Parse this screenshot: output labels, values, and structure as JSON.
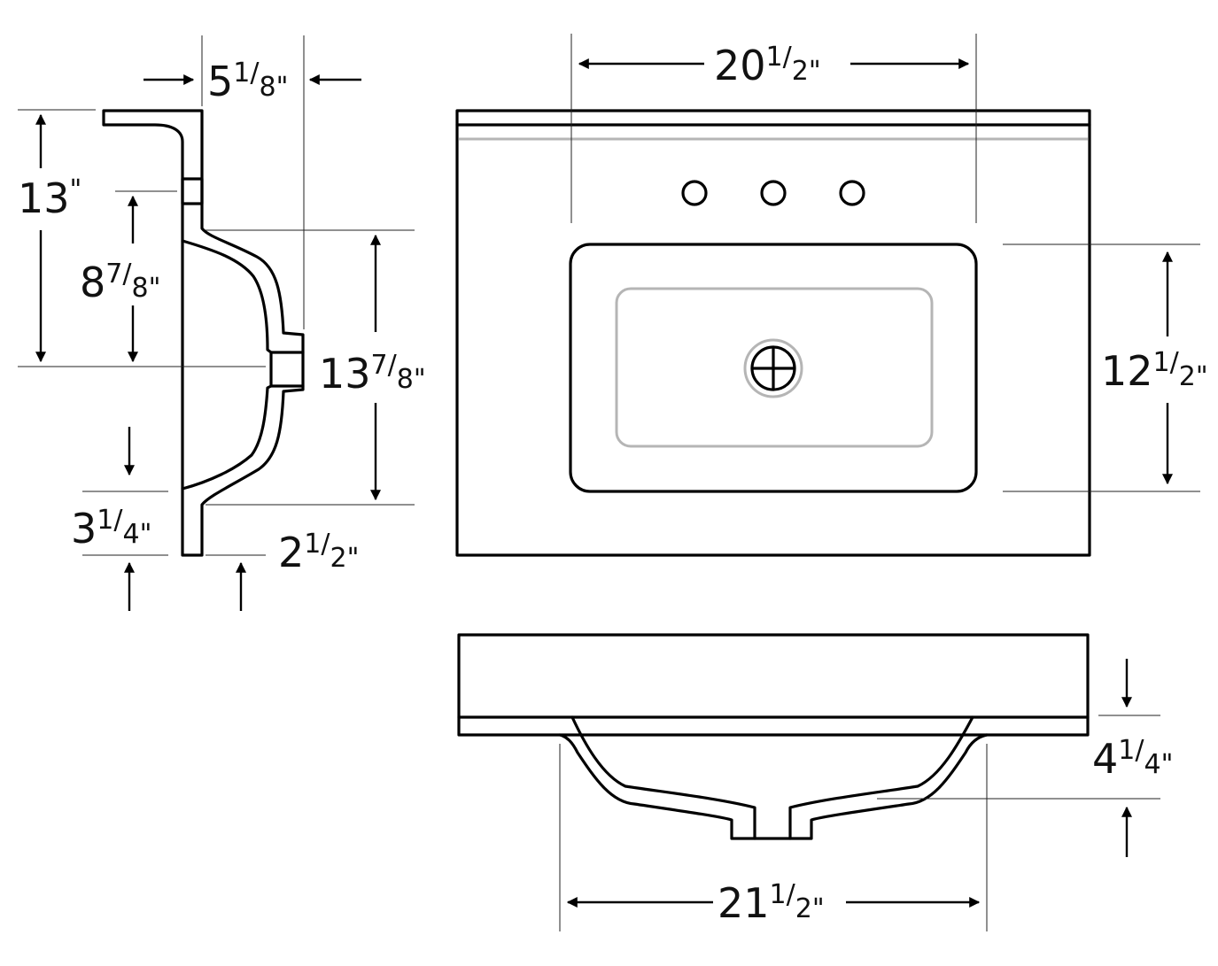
{
  "dimensions": {
    "side_depth_top": {
      "whole": "5",
      "num": "1",
      "den": "8"
    },
    "side_height_total": {
      "whole": "13",
      "num": "",
      "den": ""
    },
    "side_bowl_upper": {
      "whole": "8",
      "num": "7",
      "den": "8"
    },
    "side_bowl_depth": {
      "whole": "13",
      "num": "7",
      "den": "8"
    },
    "side_lip_bottom": {
      "whole": "3",
      "num": "1",
      "den": "4"
    },
    "side_lip_offset": {
      "whole": "2",
      "num": "1",
      "den": "2"
    },
    "top_faucet_span": {
      "whole": "20",
      "num": "1",
      "den": "2"
    },
    "top_bowl_width": {
      "whole": "12",
      "num": "1",
      "den": "2"
    },
    "front_bowl_depth": {
      "whole": "4",
      "num": "1",
      "den": "4"
    },
    "front_bowl_width": {
      "whole": "21",
      "num": "1",
      "den": "2"
    }
  },
  "inch_mark": "\""
}
